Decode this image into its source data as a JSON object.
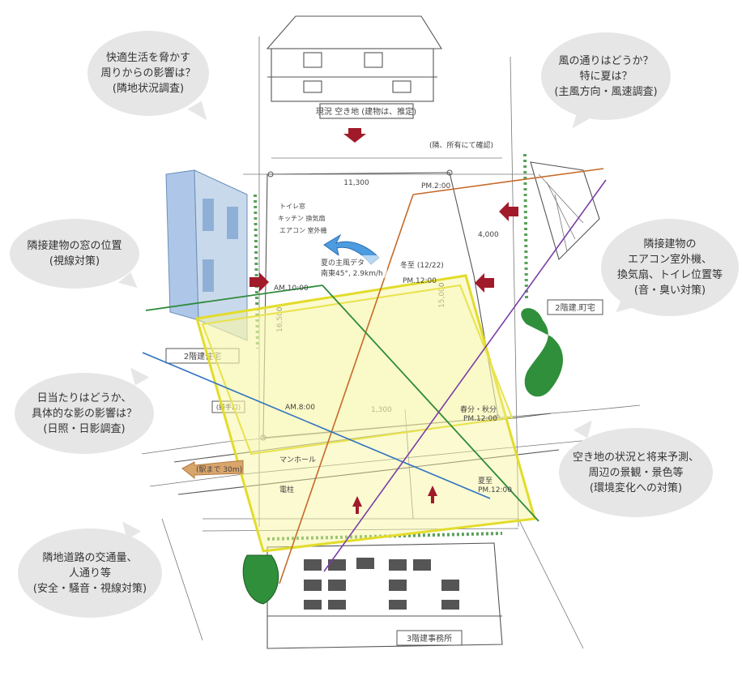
{
  "bubbles": {
    "top_left": [
      "快適生活を脅かす",
      "周りからの影響は？",
      "(隣地状況調査)"
    ],
    "top_right": [
      "風の通りはどうか？",
      "特に夏は？",
      "(主風方向・風速調査)"
    ],
    "mid_left": [
      "隣接建物の窓の位置",
      "(視線対策)"
    ],
    "mid_right": [
      "隣接建物の",
      "エアコン室外機、",
      "換気扇、トイレ位置等",
      "(音・臭い対策)"
    ],
    "lower_left": [
      "日当たりはどうか、",
      "具体的な影の影響は？",
      "(日照・日影調査)"
    ],
    "lower_right": [
      "空き地の状況と将来予測、",
      "周辺の景観・景色等",
      "(環境変化への対策)"
    ],
    "bottom_left": [
      "隣地道路の交通量、",
      "人通り等",
      "(安全・騒音・視線対策)"
    ]
  },
  "sketch": {
    "top_house": "現況 空き地 (建物は、推定)",
    "boundary_note": "(隣、所有にて確認)",
    "width_dim": "11,300",
    "depth_dim": "16,500",
    "right_depth_dim": "15,000",
    "setback_dim": "4,000",
    "left_setback_dim": "1,300",
    "toilet_window": "トイレ窓",
    "kitchen_fan": "キッチン 換気扇",
    "aircon": "エアコン 室外機",
    "wind_data": [
      "夏の主風デタ",
      "南東45°, 2.9km/h"
    ],
    "winter_solstice": "冬至 (12/22)",
    "pm1200_winter": "PM.12:00",
    "pm200": "PM.2:00",
    "am1000": "AM.10:00",
    "am800": "AM.8:00",
    "spring_autumn": [
      "春分・秋分",
      "PM.12:00"
    ],
    "summer_solstice": [
      "夏至",
      "PM.12:00"
    ],
    "left_house": "2階建住宅",
    "right_house": "2階建.町宅",
    "manhole": "マンホール",
    "utility_pole": "電柱",
    "station": "(駅まで 30m)",
    "bottom_building": "3階建事務所"
  }
}
